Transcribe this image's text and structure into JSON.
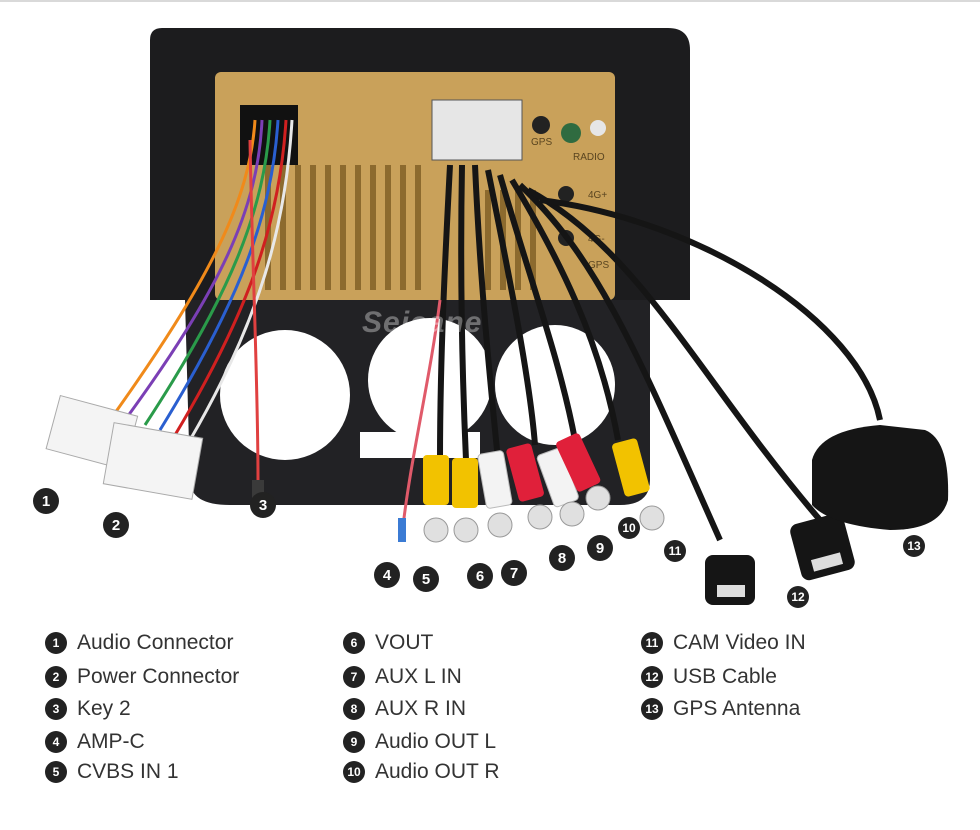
{
  "watermark": "Seicane",
  "board_labels": {
    "gps": "GPS",
    "radio": "RADIO",
    "g4a": "4G+",
    "g4b": "4G-",
    "gps2": "GPS"
  },
  "callouts": [
    "1",
    "2",
    "3",
    "4",
    "5",
    "6",
    "7",
    "8",
    "9",
    "10",
    "11",
    "12",
    "13"
  ],
  "legend": [
    {
      "num": "1",
      "label": "Audio Connector"
    },
    {
      "num": "2",
      "label": "Power Connector"
    },
    {
      "num": "3",
      "label": "Key 2"
    },
    {
      "num": "4",
      "label": "AMP-C"
    },
    {
      "num": "5",
      "label": "CVBS IN 1"
    },
    {
      "num": "6",
      "label": "VOUT"
    },
    {
      "num": "7",
      "label": "AUX L IN"
    },
    {
      "num": "8",
      "label": "AUX R IN"
    },
    {
      "num": "9",
      "label": "Audio OUT L"
    },
    {
      "num": "10",
      "label": "Audio OUT R"
    },
    {
      "num": "11",
      "label": "CAM Video IN"
    },
    {
      "num": "12",
      "label": "USB Cable"
    },
    {
      "num": "13",
      "label": "GPS Antenna"
    }
  ],
  "colors": {
    "frame": "#1c1c1e",
    "board": "#c9a15a",
    "board_dark": "#a07a3a",
    "rca_yellow": "#f2c200",
    "rca_white": "#f3f3f3",
    "rca_red": "#e0203a",
    "cable": "#151515"
  }
}
